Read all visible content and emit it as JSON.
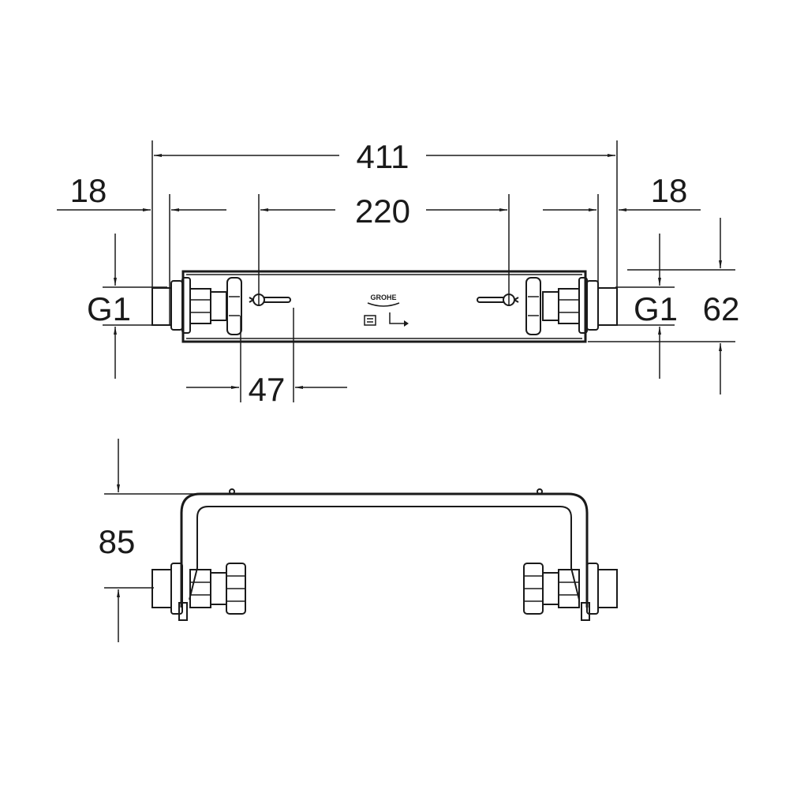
{
  "drawing": {
    "dimensions": {
      "overall_width": "411",
      "left_offset": "18",
      "right_offset": "18",
      "center_distance": "220",
      "slot_width": "47",
      "height": "62",
      "depth": "85"
    },
    "thread_left": "G1",
    "thread_right": "G1",
    "brand_logo": "GROHE"
  }
}
